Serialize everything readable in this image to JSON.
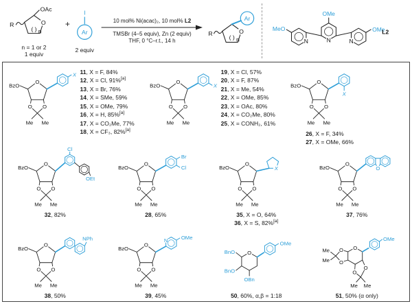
{
  "colors": {
    "accent": "#2b9dd7",
    "ink": "#1a1a1a",
    "border": "#444444"
  },
  "labels": {
    "bzo": "BzO",
    "o": "O",
    "me": "Me",
    "x": "X",
    "cl": "Cl",
    "br": "Br",
    "oet": "OEt",
    "nph": "NPh",
    "ome": "OMe",
    "n": "N",
    "bno": "BnO",
    "obn": "OBn"
  },
  "scheme": {
    "substrate": {
      "r": "R",
      "o": "O",
      "oac": "OAc",
      "ring": "( )",
      "ring_sub": "n",
      "note1": "n = 1 or 2",
      "note2": "1 equiv"
    },
    "plus": "+",
    "aryl": {
      "i": "I",
      "ar": "Ar",
      "note": "2 equiv"
    },
    "conditions": {
      "above": "10 mol% Ni(acac)₂, 10 mol% ",
      "above_bold": "L2",
      "below1": "TMSBr (4–5 equiv), Zn (2 equiv)",
      "below2": "THF, 0 °C–r.t., 14 h"
    },
    "product": {
      "r": "R",
      "o": "O",
      "ar": "Ar",
      "ring": "( )",
      "ring_sub": "n"
    },
    "ligand": {
      "meo": "MeO",
      "ome_top": "OMe",
      "ome_right": "OMe",
      "n": "N",
      "label": "L2"
    }
  },
  "box": {
    "row1": [
      {
        "entries": [
          {
            "num": "11",
            "rest": ", X = F, 84%",
            "sup": ""
          },
          {
            "num": "12",
            "rest": ", X = Cl, 91%",
            "sup": "[a]"
          },
          {
            "num": "13",
            "rest": ", X = Br, 76%",
            "sup": ""
          },
          {
            "num": "14",
            "rest": ", X = SMe, 59%",
            "sup": ""
          },
          {
            "num": "15",
            "rest": ", X = OMe, 79%",
            "sup": ""
          },
          {
            "num": "16",
            "rest": ", X = H, 85%",
            "sup": "[a]"
          },
          {
            "num": "17",
            "rest": ", X = CO₂Me, 77%",
            "sup": ""
          },
          {
            "num": "18",
            "rest": ", X = CF₃, 82%",
            "sup": "[a]"
          }
        ]
      },
      {
        "entries": [
          {
            "num": "19",
            "rest": ", X = Cl, 57%",
            "sup": ""
          },
          {
            "num": "20",
            "rest": ", X = F, 87%",
            "sup": ""
          },
          {
            "num": "21",
            "rest": ", X = Me, 54%",
            "sup": ""
          },
          {
            "num": "22",
            "rest": ", X = OMe, 85%",
            "sup": ""
          },
          {
            "num": "23",
            "rest": ", X = OAc, 80%",
            "sup": ""
          },
          {
            "num": "24",
            "rest": ", X = CO₂Me, 80%",
            "sup": ""
          },
          {
            "num": "25",
            "rest": ", X = CONH₂, 61%",
            "sup": ""
          }
        ]
      },
      {
        "entries": [
          {
            "num": "26",
            "rest": ", X = F, 34%",
            "sup": ""
          },
          {
            "num": "27",
            "rest": ", X = OMe, 66%",
            "sup": ""
          }
        ]
      }
    ],
    "row2": [
      {
        "caption": [
          {
            "num": "32",
            "rest": ", 82%",
            "sup": ""
          }
        ]
      },
      {
        "caption": [
          {
            "num": "28",
            "rest": ", 65%",
            "sup": ""
          }
        ]
      },
      {
        "caption": [
          {
            "num": "35",
            "rest": ", X = O, 64%",
            "sup": ""
          },
          {
            "num": "36",
            "rest": ", X = S, 82%",
            "sup": "[a]"
          }
        ]
      },
      {
        "caption": [
          {
            "num": "37",
            "rest": ", 76%",
            "sup": ""
          }
        ]
      }
    ],
    "row3": [
      {
        "caption": [
          {
            "num": "38",
            "rest": ", 50%",
            "sup": ""
          }
        ]
      },
      {
        "caption": [
          {
            "num": "39",
            "rest": ", 45%",
            "sup": ""
          }
        ]
      },
      {
        "caption": [
          {
            "num": "50",
            "rest": ", 60%, α,β = 1:18",
            "sup": ""
          }
        ]
      },
      {
        "caption": [
          {
            "num": "51",
            "rest": ", 50% (α only)",
            "sup": ""
          }
        ]
      }
    ]
  }
}
